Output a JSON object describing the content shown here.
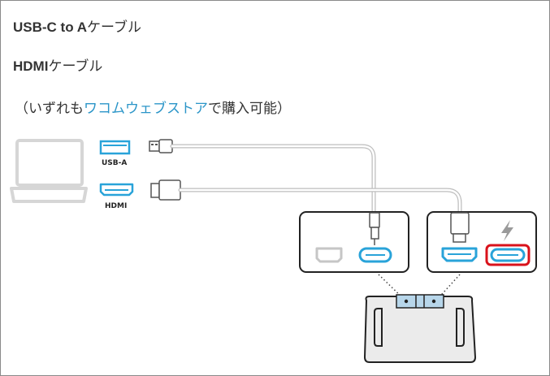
{
  "line1": {
    "bold": "USB-C to A",
    "rest": "ケーブル"
  },
  "line2": {
    "bold": "HDMI",
    "rest": "ケーブル"
  },
  "line3": {
    "open": "（いずれも",
    "link": "ワコムウェブストア",
    "close": "で購入可能）"
  },
  "diagram": {
    "usb_a_label": "USB-A",
    "hdmi_label": "HDMI",
    "accent_color": "#29a3d9",
    "highlight_color": "#d9121b",
    "highlighted_port": "USB-C power port"
  }
}
